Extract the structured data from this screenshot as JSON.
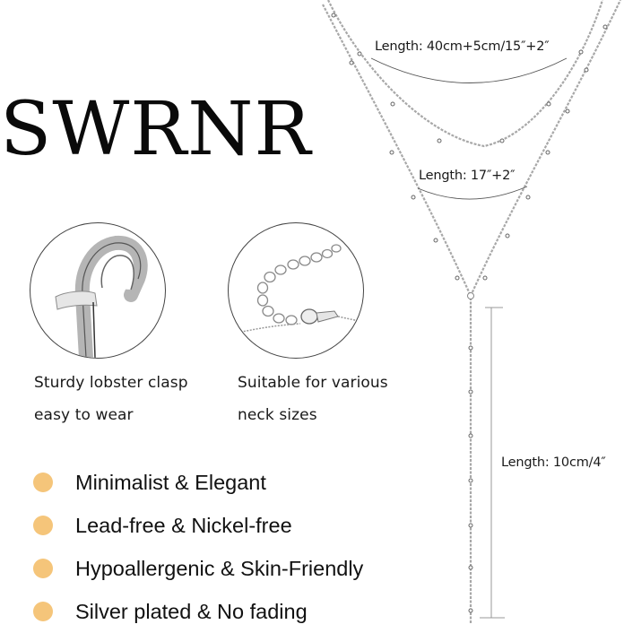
{
  "brand": {
    "name": "SWRNR"
  },
  "features": [
    {
      "line1": "Sturdy lobster clasp",
      "line2": "easy to wear",
      "icon": "lobster-clasp-icon"
    },
    {
      "line1": "Suitable for various",
      "line2": "neck sizes",
      "icon": "extender-chain-icon"
    }
  ],
  "bullets": {
    "color": "#F5C57A",
    "items": [
      {
        "label": "Minimalist & Elegant"
      },
      {
        "label": "Lead-free & Nickel-free"
      },
      {
        "label": "Hypoallergenic & Skin-Friendly"
      },
      {
        "label": "Silver plated & No fading"
      }
    ]
  },
  "measurements": {
    "upper_chain": "Length: 40cm+5cm/15″+2″",
    "middle_chain": "Length: 17″+2″",
    "drop": "Length: 10cm/4″"
  },
  "colors": {
    "chain": "#9a9a9a",
    "bead": "#6e6e6e",
    "measure_line": "#555555"
  }
}
